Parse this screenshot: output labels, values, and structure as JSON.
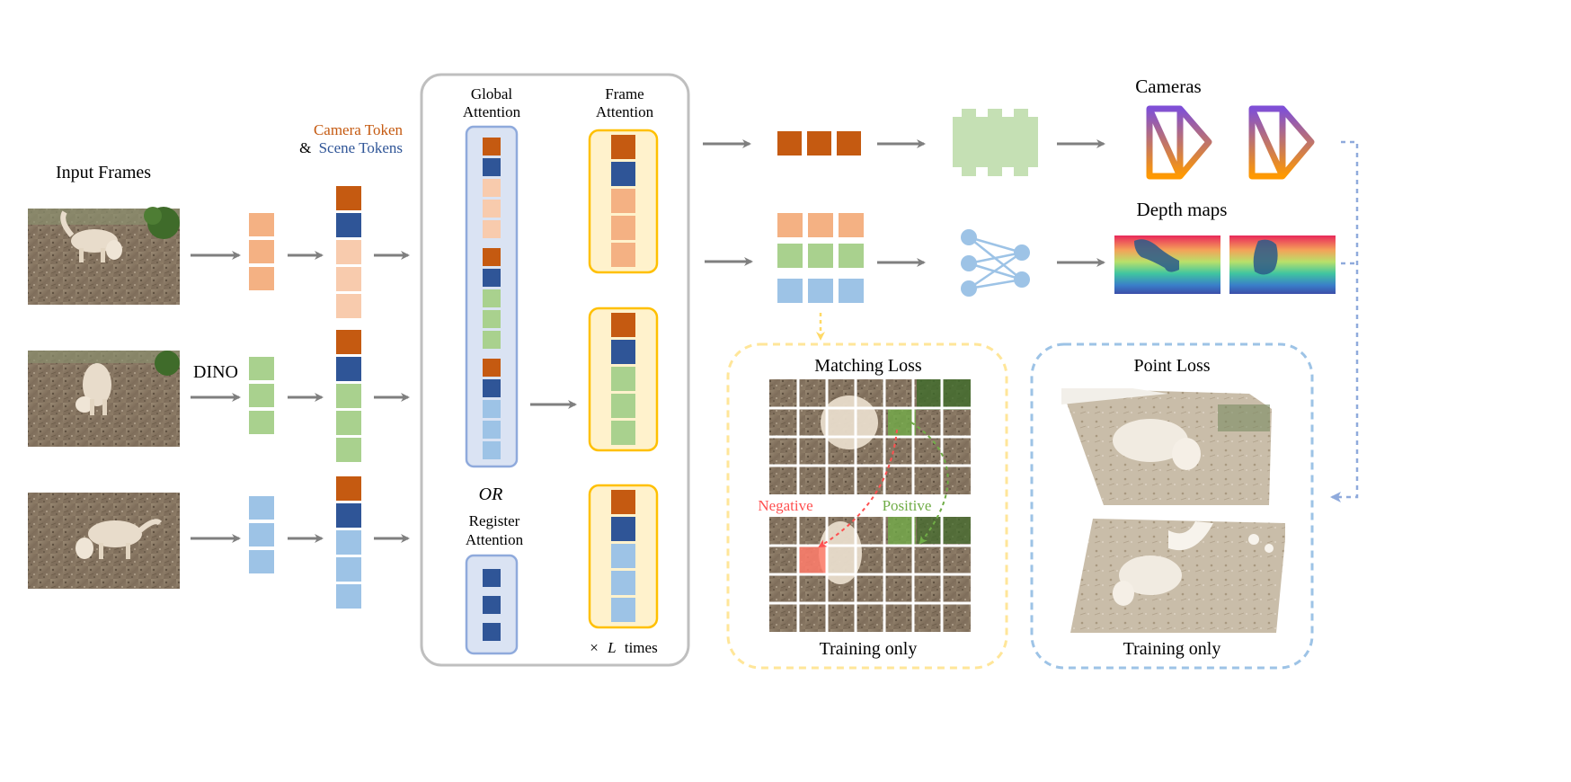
{
  "labels": {
    "input_frames": "Input Frames",
    "dino": "DINO",
    "camera_token": "Camera Token",
    "amp": "&",
    "scene_tokens": "Scene Tokens",
    "global_attention_l1": "Global",
    "global_attention_l2": "Attention",
    "frame_attention_l1": "Frame",
    "frame_attention_l2": "Attention",
    "or": "OR",
    "register_attention_l1": "Register",
    "register_attention_l2": "Attention",
    "times_prefix": "×",
    "times_L": "L",
    "times_suffix": "times",
    "cameras": "Cameras",
    "depth_maps": "Depth maps",
    "matching_loss": "Matching Loss",
    "negative": "Negative",
    "positive": "Positive",
    "training_only_matching": "Training only",
    "point_loss": "Point Loss",
    "training_only_point": "Training only"
  },
  "colors": {
    "camera_token": "#c55a11",
    "scene_token": "#2f5597",
    "patch_orange": "#f4b183",
    "patch_orange_light": "#f8cbad",
    "patch_green": "#a9d18e",
    "patch_blue": "#9dc3e6",
    "camera_head": "#c5e0b4",
    "depth_head": "#9dc3e6",
    "arrow": "#7f7f7f",
    "global_box_fill": "#dae3f3",
    "global_box_stroke": "#8faadc",
    "frame_box_fill": "#fff2cc",
    "frame_box_stroke": "#ffc000",
    "matching_border": "#ffe699",
    "point_border": "#9dc3e6",
    "negative": "#ff5050",
    "positive": "#70ad47",
    "camera_grad_top": "#7f4fd6",
    "camera_grad_bottom": "#ff9900"
  },
  "icons": {
    "frames": "dog-photo",
    "camera_head": "mlp-block-icon",
    "depth_head": "neural-network-icon",
    "cameras": "camera-frustum-icon",
    "depth": "depth-map-image"
  }
}
